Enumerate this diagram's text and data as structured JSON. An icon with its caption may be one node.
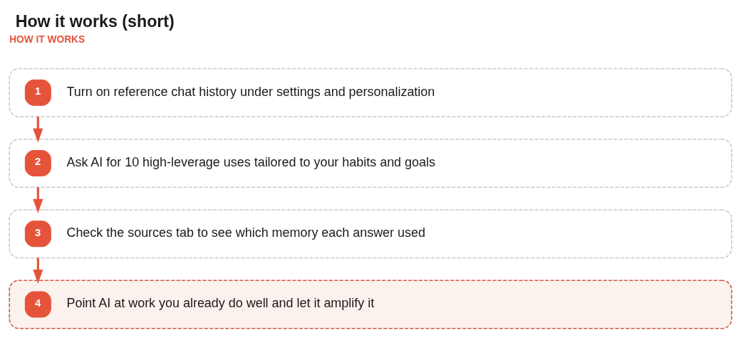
{
  "diagram": {
    "title": "How it works (short)",
    "nodes": [
      {
        "text": [
          "1",
          "Turn on reference chat history under settings and personalization"
        ]
      },
      {
        "text": [
          "2",
          "Ask AI for 10 high-leverage uses tailored to your habits and goals"
        ]
      },
      {
        "text": [
          "3",
          "Check the sources tab to see which memory each answer used"
        ]
      },
      {
        "text": [
          "4",
          "Point AI at work you already do well and let it amplify it"
        ]
      }
    ],
    "edges": [
      {
        "from": 0,
        "to": 1,
        "arrow": "to"
      },
      {
        "from": 1,
        "to": 2,
        "arrow": "to"
      },
      {
        "from": 2,
        "to": 3,
        "arrow": "to"
      }
    ],
    "labels": [
      "HOW IT WORKS"
    ]
  }
}
